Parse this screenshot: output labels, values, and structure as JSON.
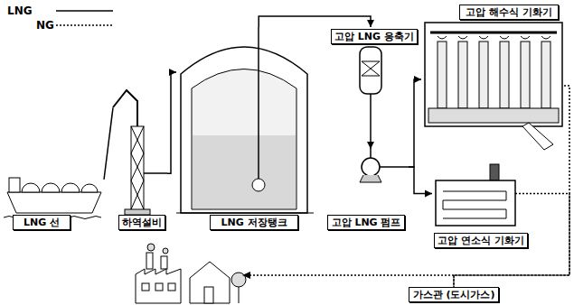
{
  "diagram": {
    "nodes": [
      {
        "text": [
          "LNG 선"
        ]
      },
      {
        "text": [
          "하역설비"
        ]
      },
      {
        "text": [
          "LNG 저장탱크"
        ]
      },
      {
        "text": [
          "고압 LNG 응축기"
        ]
      },
      {
        "text": [
          "고압 LNG 펌프"
        ]
      },
      {
        "text": [
          "고압 해수식 기화기"
        ]
      },
      {
        "text": [
          "고압 연소식 기화기"
        ]
      },
      {
        "text": [
          "가스관 (도시가스)"
        ]
      }
    ],
    "edges": [
      {
        "from": 0,
        "to": 1,
        "arrow": "none"
      },
      {
        "from": 1,
        "to": 2,
        "arrow": "to"
      },
      {
        "from": 2,
        "to": 3,
        "arrow": "to"
      },
      {
        "from": 3,
        "to": 4,
        "arrow": "to"
      },
      {
        "from": 4,
        "to": 5,
        "arrow": "to"
      },
      {
        "from": 4,
        "to": 6,
        "arrow": "to"
      },
      {
        "from": 5,
        "to": 7,
        "arrow": "none"
      },
      {
        "from": 6,
        "to": 7,
        "arrow": "none"
      }
    ],
    "legend": [
      {
        "text": "LNG"
      },
      {
        "text": "NG"
      }
    ]
  }
}
